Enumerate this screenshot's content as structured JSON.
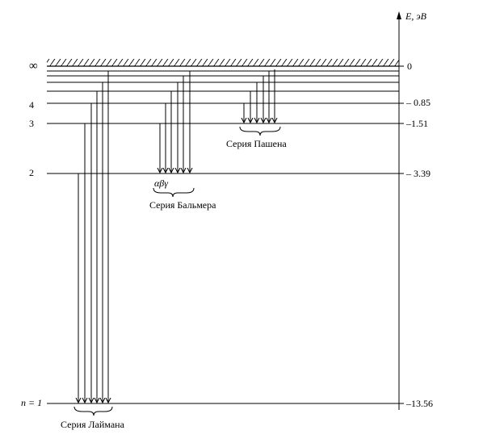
{
  "axis": {
    "label": "E, эВ"
  },
  "levels": [
    {
      "n_label": "∞",
      "energy_label": "0"
    },
    {
      "n_label": "4",
      "energy_label": "– 0.85"
    },
    {
      "n_label": "3",
      "energy_label": "–1.51"
    },
    {
      "n_label": "2",
      "energy_label": "– 3.39"
    },
    {
      "n_label": "n = 1",
      "energy_label": "–13.56"
    }
  ],
  "series": {
    "lyman": {
      "name": "Серия Лаймана"
    },
    "balmer": {
      "name": "Серия Бальмера",
      "greek": "αβγ"
    },
    "paschen": {
      "name": "Серия Пашена"
    }
  }
}
